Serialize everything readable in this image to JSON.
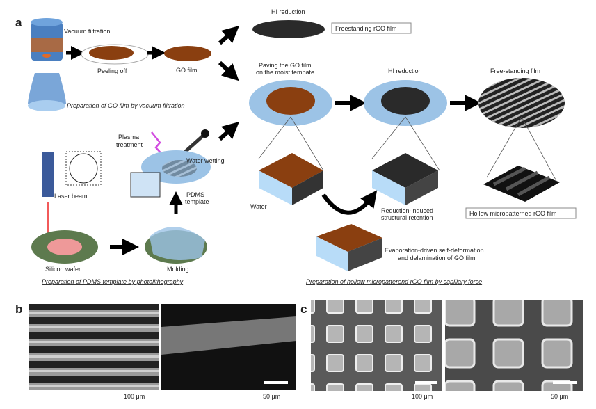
{
  "panels": {
    "a": "a",
    "b": "b",
    "c": "c"
  },
  "labels": {
    "vacuum_filtration": "Vacuum filtration",
    "peeling_off": "Peeling off",
    "go_film": "GO film",
    "hi_reduction_top": "HI reduction",
    "freestanding_rgo": "Freestanding rGO film",
    "paving_1": "Paving the GO film",
    "paving_2": "on the moist tempate",
    "hi_reduction_mid": "HI reduction",
    "free_standing_film": "Free-standing film",
    "plasma_1": "Plasma",
    "plasma_2": "treatment",
    "water_wetting": "Water wetting",
    "laser_beam": "Laser beam",
    "pdms_1": "PDMS",
    "pdms_2": "template",
    "water": "Water",
    "reduction_1": "Reduction-induced",
    "reduction_2": "structural retention",
    "hollow_rgo": "Hollow micropatterned rGO film",
    "evap_1": "Evaporation-driven self-deformation",
    "evap_2": "and delamination of GO film",
    "silicon_wafer": "Silicon wafer",
    "molding": "Molding"
  },
  "captions": {
    "go_prep": "Preparation of GO film by vacuum filtration",
    "pdms_prep": "Preparation of PDMS template by photolithography",
    "hollow_prep": "Preparation of hollow micropatterend rGO film by capillary force"
  },
  "scale_bars": {
    "b1": "100 μm",
    "b2": "50 μm",
    "c1": "100 μm",
    "c2": "50 μm"
  },
  "colors": {
    "go_brown": "#8a3f10",
    "rgo_dark": "#2a2a2a",
    "template_blue": "#9cc3e6",
    "wafer_green": "#5d7a4e"
  }
}
